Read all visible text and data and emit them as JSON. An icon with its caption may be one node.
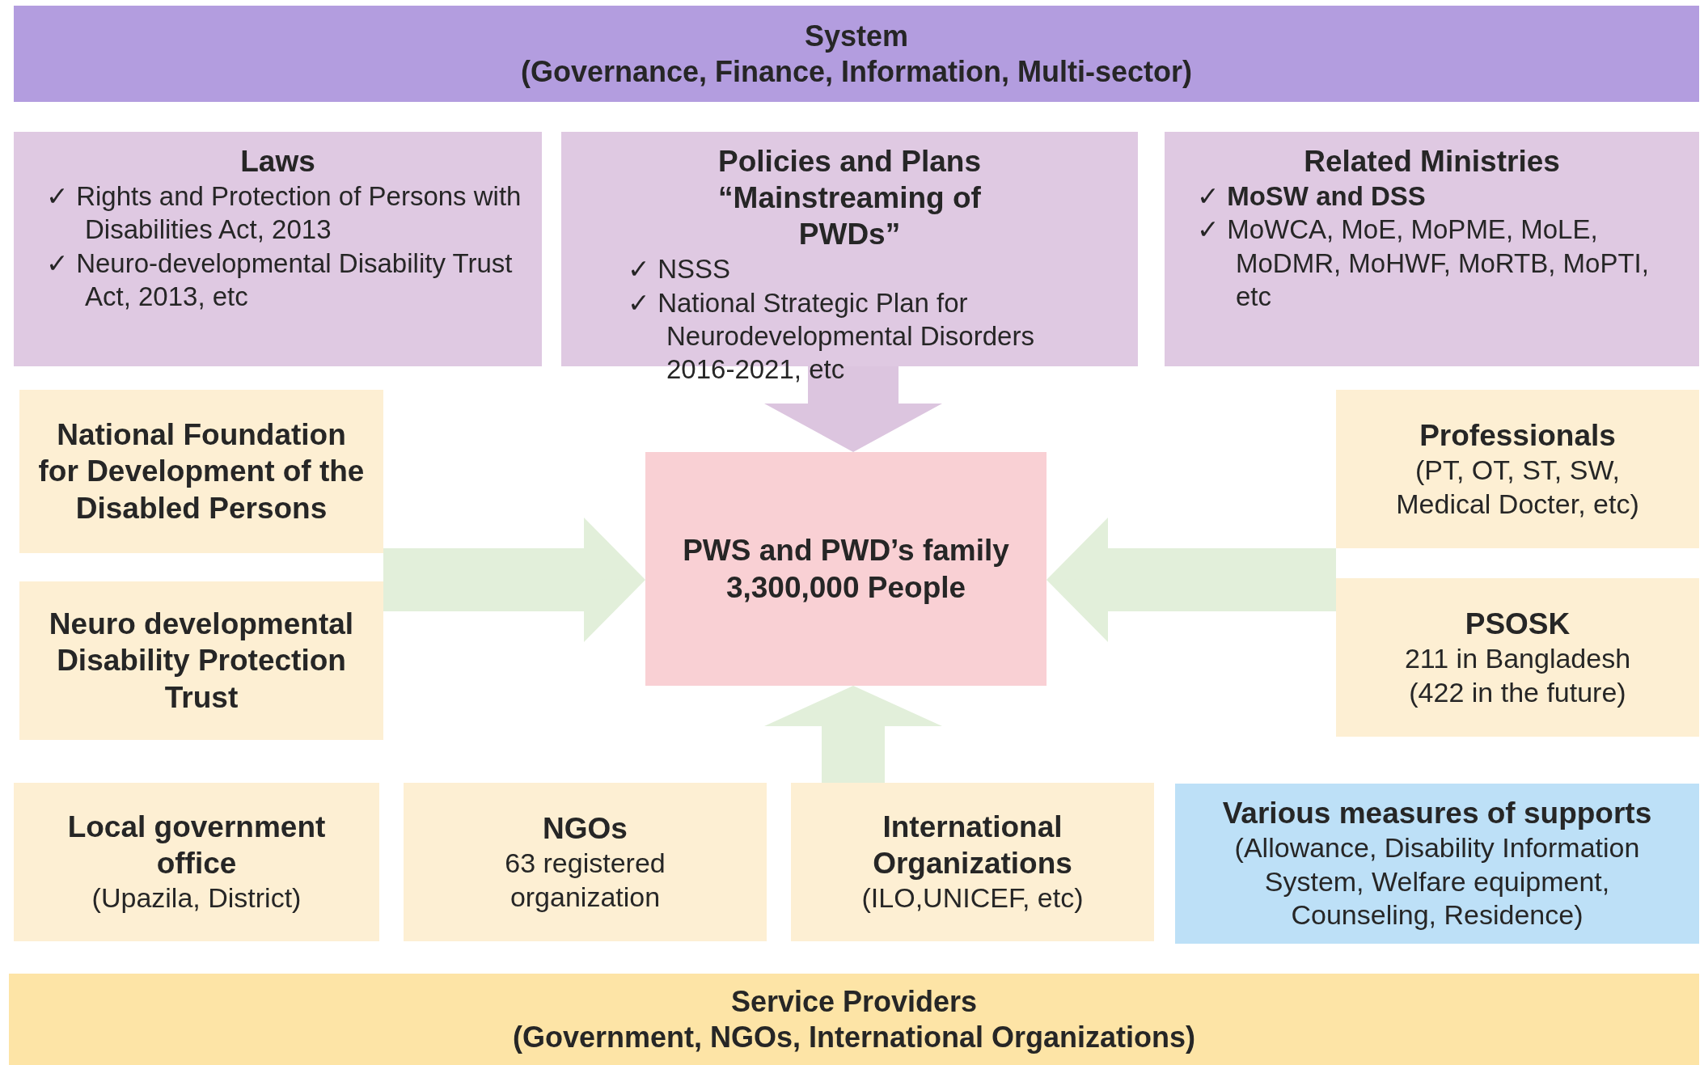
{
  "diagram": {
    "nodes": [
      {
        "text": [
          "System",
          "(Governance, Finance, Information, Multi-sector)"
        ]
      },
      {
        "text": [
          "Laws",
          "✓ Rights and Protection of Persons with Disabilities Act, 2013",
          "✓ Neuro-developmental Disability Trust Act, 2013, etc"
        ]
      },
      {
        "text": [
          "Policies and Plans “Mainstreaming of PWDs”",
          "✓ NSSS",
          "✓ National Strategic Plan for Neurodevelopmental Disorders 2016-2021, etc"
        ]
      },
      {
        "text": [
          "Related Ministries",
          "✓ **MoSW and DSS**",
          "✓ MoWCA, MoE, MoPME, MoLE, MoDMR, MoHWF, MoRTB, MoPTI, etc"
        ]
      },
      {
        "text": [
          "National Foundation for Development of the Disabled Persons"
        ]
      },
      {
        "text": [
          "Neuro developmental Disability Protection Trust"
        ]
      },
      {
        "text": [
          "PWS and PWD’s family 3,300,000 People"
        ]
      },
      {
        "text": [
          "Professionals",
          "(PT, OT, ST, SW, Medical Docter, etc)"
        ]
      },
      {
        "text": [
          "PSOSK",
          "211 in Bangladesh (422 in the future)"
        ]
      },
      {
        "text": [
          "Local government office",
          "(Upazila, District)"
        ]
      },
      {
        "text": [
          "NGOs",
          "63 registered organization"
        ]
      },
      {
        "text": [
          "International Organizations",
          "(ILO,UNICEF, etc)"
        ]
      },
      {
        "text": [
          "Various measures of supports",
          "(Allowance, Disability Information System, Welfare equipment, Counseling, Residence)"
        ]
      },
      {
        "text": [
          "Service Providers",
          "(Government, NGOs, International Organizations)"
        ]
      }
    ],
    "edges": [
      {
        "from": 2,
        "to": 6,
        "arrow": "to",
        "color": "#dcc5df"
      },
      {
        "from": 4,
        "to": 6,
        "arrow": "to"
      },
      {
        "from": 5,
        "to": 6,
        "arrow": "to"
      },
      {
        "from": 7,
        "to": 6,
        "arrow": "to"
      },
      {
        "from": 8,
        "to": 6,
        "arrow": "to"
      },
      {
        "from": 11,
        "to": 6,
        "arrow": "to"
      }
    ]
  }
}
